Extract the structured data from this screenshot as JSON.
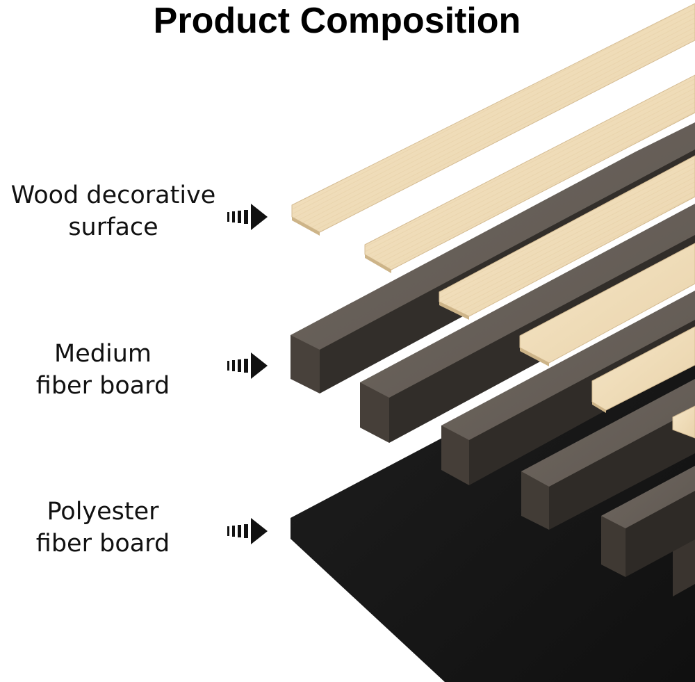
{
  "title": "Product Composition",
  "layers": [
    {
      "line1": "Wood decorative",
      "line2": "surface",
      "arrow_icon": "striped-right-arrow-icon"
    },
    {
      "line1": "Medium",
      "line2": "fiber board",
      "arrow_icon": "striped-right-arrow-icon"
    },
    {
      "line1": "Polyester",
      "line2": "fiber board",
      "arrow_icon": "striped-right-arrow-icon"
    }
  ],
  "colors": {
    "wood": "#f2dfbf",
    "wood_edge": "#d9c19b",
    "mdf_top": "#6a625a",
    "mdf_front": "#3d3731",
    "polyester": "#1b1b1b",
    "text": "#111111"
  }
}
